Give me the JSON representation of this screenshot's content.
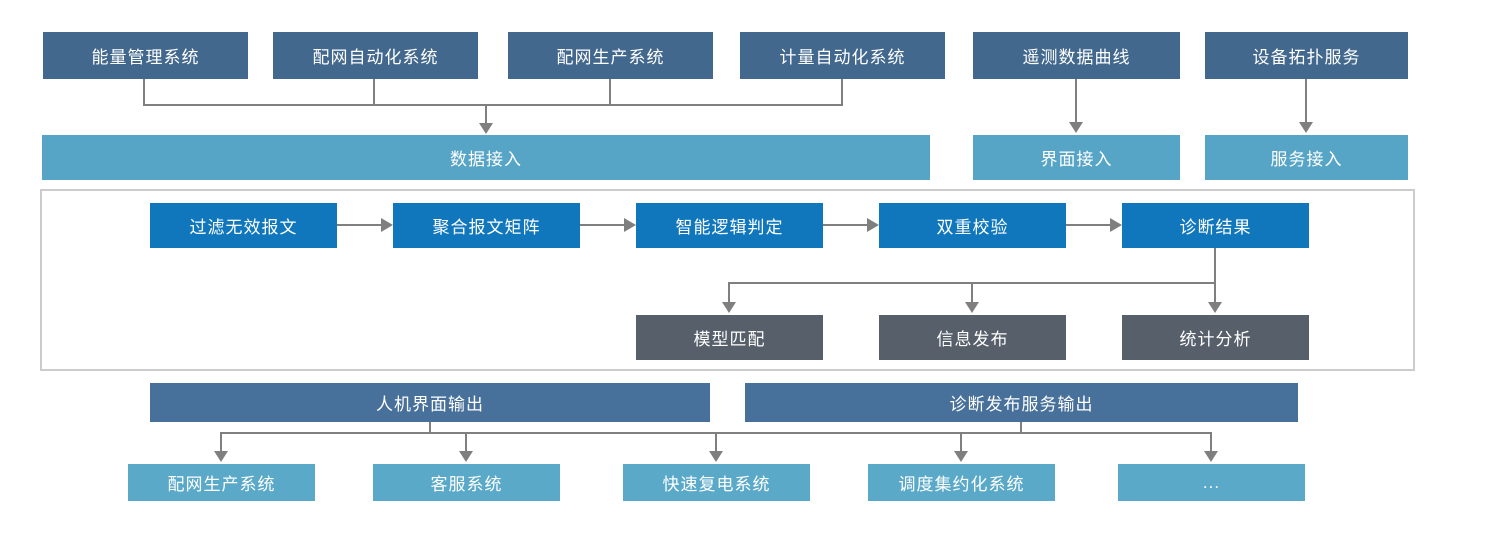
{
  "diagram": {
    "top_row": [
      "能量管理系统",
      "配网自动化系统",
      "配网生产系统",
      "计量自动化系统",
      "遥测数据曲线",
      "设备拓扑服务"
    ],
    "access_row": [
      "数据接入",
      "界面接入",
      "服务接入"
    ],
    "process_flow": [
      "过滤无效报文",
      "聚合报文矩阵",
      "智能逻辑判定",
      "双重校验",
      "诊断结果"
    ],
    "result_outputs": [
      "模型匹配",
      "信息发布",
      "统计分析"
    ],
    "output_row": [
      "人机界面输出",
      "诊断发布服务输出"
    ],
    "consumer_row": [
      "配网生产系统",
      "客服系统",
      "快速复电系统",
      "调度集约化系统",
      "..."
    ]
  },
  "colors": {
    "source_box": "#42688e",
    "access_box": "#57a5c6",
    "process_box": "#1077bd",
    "result_box": "#565f6a",
    "output_box": "#47709a",
    "consumer_box": "#5aa9c9",
    "connector": "#7f7f7f",
    "container_border": "#cccccc",
    "text": "#ffffff"
  }
}
